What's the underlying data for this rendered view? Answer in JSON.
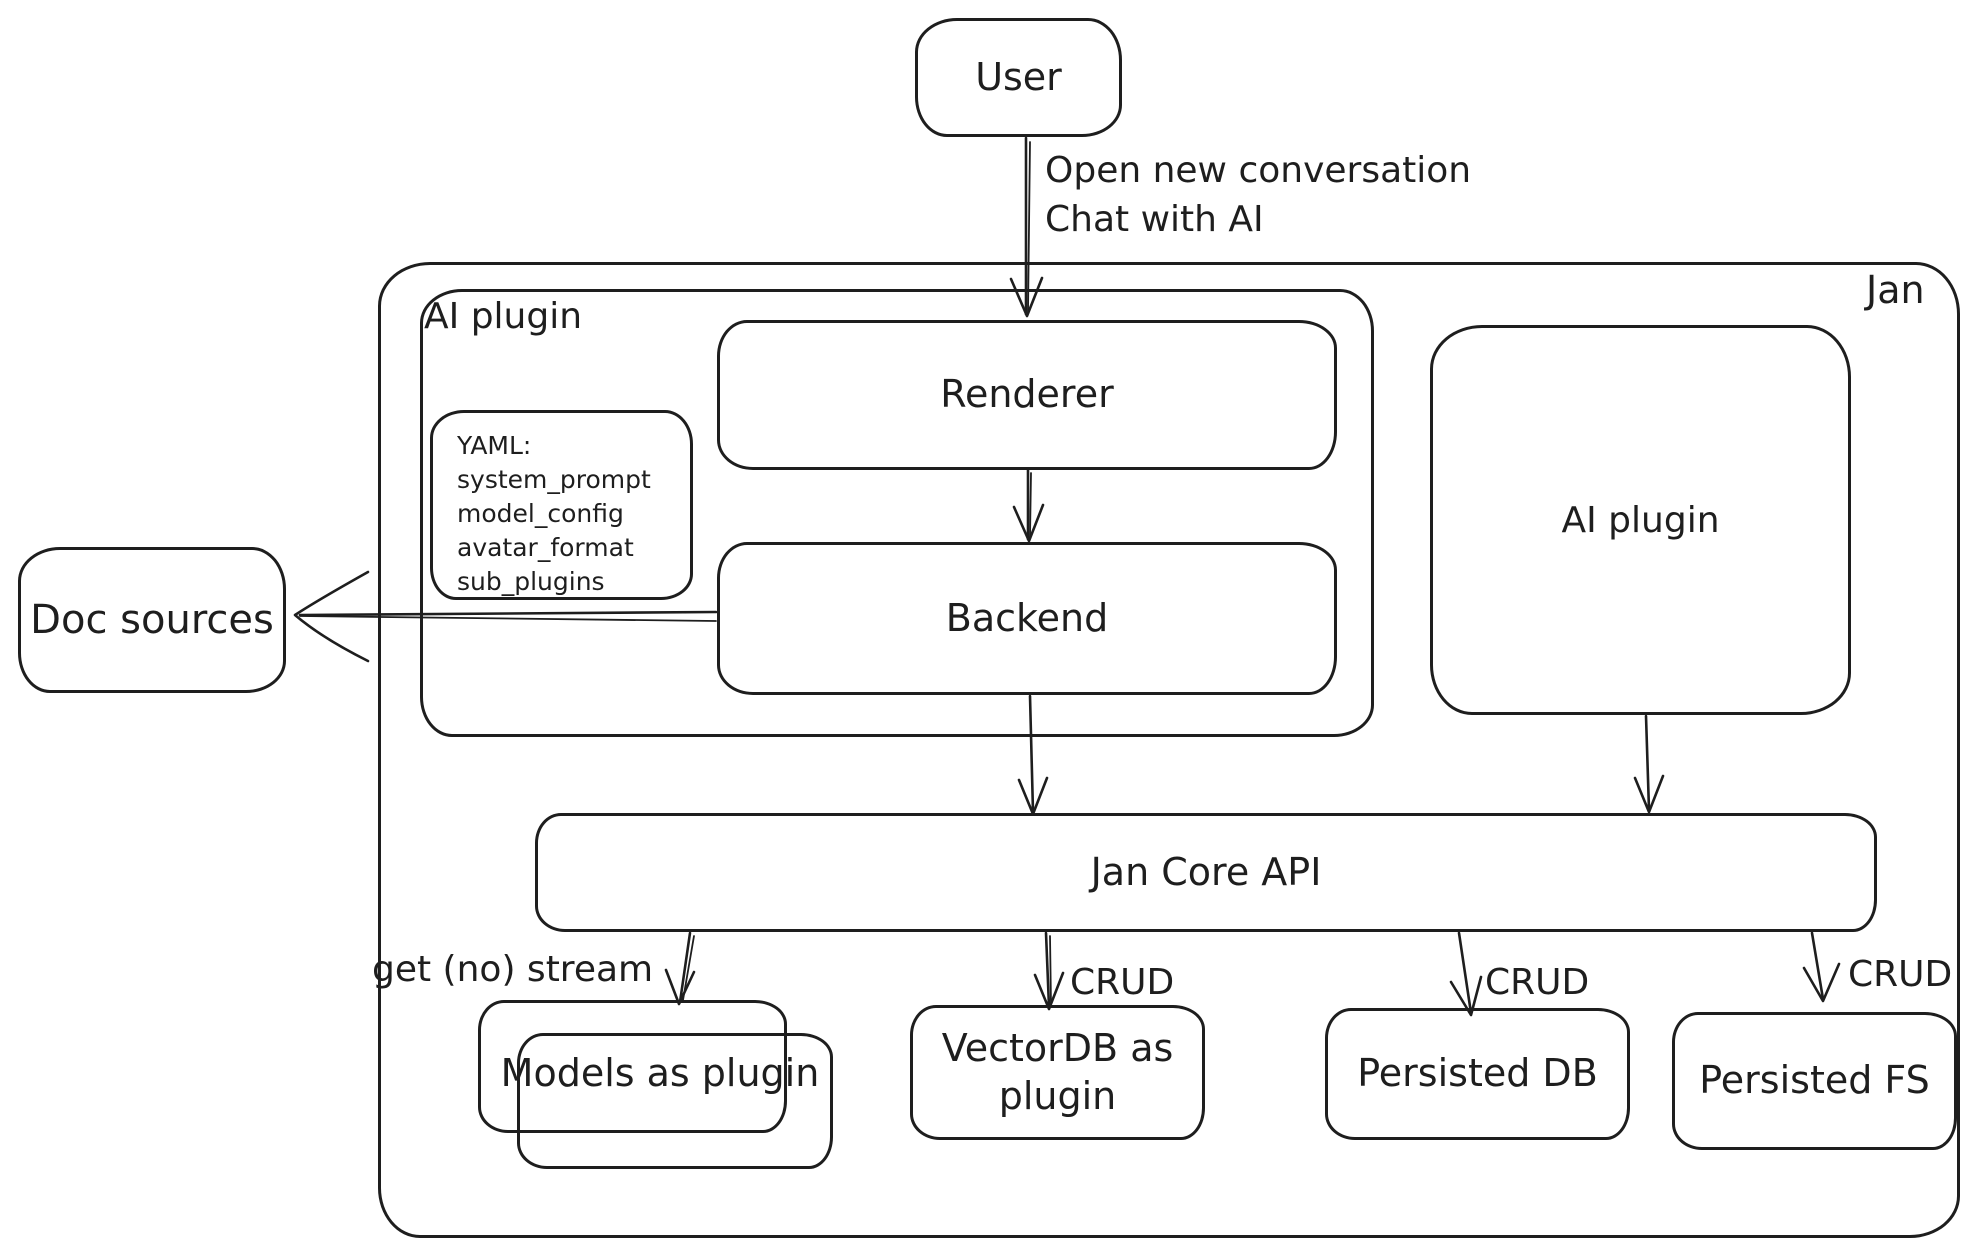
{
  "diagram_title": "Jan",
  "nodes": {
    "user": "User",
    "ai_plugin_left": "AI plugin",
    "renderer": "Renderer",
    "backend": "Backend",
    "ai_plugin_right": "AI plugin",
    "doc_sources": "Doc sources",
    "jan_core_api": "Jan Core API",
    "models_as_plugin": "Models as plugin",
    "vectordb_as_plugin": "VectorDB as plugin",
    "persisted_db": "Persisted DB",
    "persisted_fs": "Persisted FS"
  },
  "yaml_note": {
    "lines": [
      "YAML:",
      "system_prompt",
      "model_config",
      "avatar_format",
      "sub_plugins"
    ]
  },
  "edge_labels": {
    "user_flow_line1": "Open new conversation",
    "user_flow_line2": "Chat with AI",
    "models_edge": "get (no) stream",
    "vectordb_edge": "CRUD",
    "persisted_db_edge": "CRUD",
    "persisted_fs_edge": "CRUD"
  },
  "colors": {
    "stroke": "#1e1e1e",
    "background": "#ffffff"
  }
}
